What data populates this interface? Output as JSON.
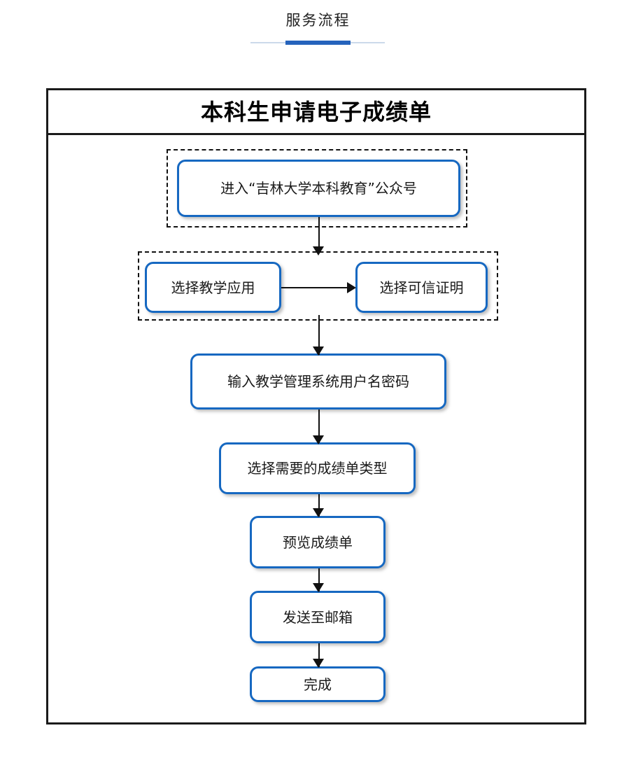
{
  "header": {
    "title": "服务流程",
    "accent_color": "#2563bc",
    "rule_color": "#cbd9ea"
  },
  "chart": {
    "title": "本科生申请电子成绩单",
    "frame_color": "#1b1b1b",
    "node_border_color": "#1668c1",
    "node_fill_color": "#ffffff",
    "connector_color": "#111111",
    "dashed_group_color": "#111111",
    "nodes": [
      {
        "id": "enter-official-account",
        "label": "进入“吉林大学本科教育”公众号"
      },
      {
        "id": "select-teaching-app",
        "label": "选择教学应用"
      },
      {
        "id": "select-trusted-proof",
        "label": "选择可信证明"
      },
      {
        "id": "input-credentials",
        "label": "输入教学管理系统用户名密码"
      },
      {
        "id": "select-transcript-type",
        "label": "选择需要的成绩单类型"
      },
      {
        "id": "preview-transcript",
        "label": "预览成绩单"
      },
      {
        "id": "send-to-email",
        "label": "发送至邮箱"
      },
      {
        "id": "finish",
        "label": "完成"
      }
    ],
    "groups": [
      {
        "id": "group-enter",
        "members": [
          "enter-official-account"
        ]
      },
      {
        "id": "group-select",
        "members": [
          "select-teaching-app",
          "select-trusted-proof"
        ]
      }
    ],
    "edges": [
      {
        "from": "enter-official-account",
        "to": "group-select",
        "direction": "down"
      },
      {
        "from": "select-teaching-app",
        "to": "select-trusted-proof",
        "direction": "right"
      },
      {
        "from": "group-select",
        "to": "input-credentials",
        "direction": "down"
      },
      {
        "from": "input-credentials",
        "to": "select-transcript-type",
        "direction": "down"
      },
      {
        "from": "select-transcript-type",
        "to": "preview-transcript",
        "direction": "down"
      },
      {
        "from": "preview-transcript",
        "to": "send-to-email",
        "direction": "down"
      },
      {
        "from": "send-to-email",
        "to": "finish",
        "direction": "down"
      }
    ]
  }
}
